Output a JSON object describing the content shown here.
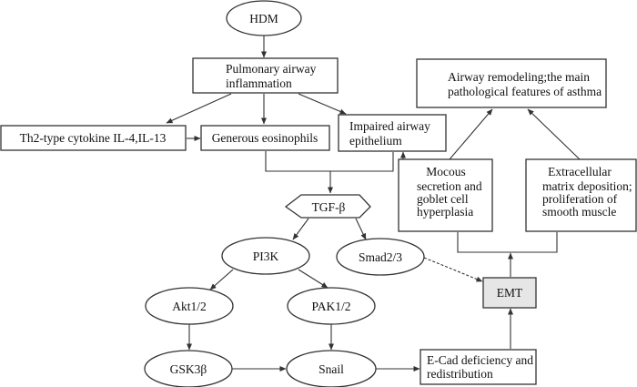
{
  "diagram": {
    "type": "flowchart",
    "nodes": {
      "hdm": {
        "label": "HDM",
        "shape": "ellipse"
      },
      "pulmonary": {
        "lines": [
          "Pulmonary airway",
          "inflammation"
        ],
        "shape": "rect"
      },
      "th2": {
        "label": "Th2-type cytokine IL-4,IL-13",
        "shape": "rect"
      },
      "eosinophils": {
        "label": "Generous eosinophils",
        "shape": "rect"
      },
      "impaired": {
        "lines": [
          "Impaired airway",
          "epithelium"
        ],
        "shape": "rect"
      },
      "remodeling": {
        "lines": [
          "Airway remodeling;the main",
          "pathological features of asthma"
        ],
        "shape": "rect"
      },
      "mocous": {
        "lines": [
          "Mocous",
          "secretion and",
          "goblet cell",
          "hyperplasia"
        ],
        "shape": "rect"
      },
      "extracellular": {
        "lines": [
          "Extracellular",
          "matrix deposition;",
          "proliferation of",
          "smooth muscle"
        ],
        "shape": "rect"
      },
      "tgf": {
        "label": "TGF-β",
        "shape": "hexagon"
      },
      "pi3k": {
        "label": "PI3K",
        "shape": "ellipse"
      },
      "smad": {
        "label": "Smad2/3",
        "shape": "ellipse"
      },
      "akt": {
        "label": "Akt1/2",
        "shape": "ellipse"
      },
      "pak": {
        "label": "PAK1/2",
        "shape": "ellipse"
      },
      "gsk": {
        "label": "GSK3β",
        "shape": "ellipse"
      },
      "snail": {
        "label": "Snail",
        "shape": "ellipse"
      },
      "emt": {
        "label": "EMT",
        "shape": "rect",
        "fill": "#e6e6e6"
      },
      "ecad": {
        "lines": [
          "E-Cad deficiency and",
          "redistribution"
        ],
        "shape": "rect"
      }
    },
    "edges": [
      {
        "from": "hdm",
        "to": "pulmonary",
        "style": "solid"
      },
      {
        "from": "pulmonary",
        "to": "th2",
        "style": "solid"
      },
      {
        "from": "pulmonary",
        "to": "eosinophils",
        "style": "solid"
      },
      {
        "from": "pulmonary",
        "to": "impaired",
        "style": "solid"
      },
      {
        "from": "th2",
        "to": "eosinophils",
        "style": "solid"
      },
      {
        "from": "eosinophils",
        "to": "tgf",
        "style": "solid"
      },
      {
        "from": "impaired",
        "to": "tgf",
        "style": "solid"
      },
      {
        "from": "mocous",
        "to": "impaired",
        "style": "solid"
      },
      {
        "from": "mocous",
        "to": "remodeling",
        "style": "solid"
      },
      {
        "from": "extracellular",
        "to": "remodeling",
        "style": "solid"
      },
      {
        "from": "tgf",
        "to": "pi3k",
        "style": "solid"
      },
      {
        "from": "tgf",
        "to": "smad",
        "style": "solid"
      },
      {
        "from": "smad",
        "to": "emt",
        "style": "dashed"
      },
      {
        "from": "pi3k",
        "to": "akt",
        "style": "solid"
      },
      {
        "from": "pi3k",
        "to": "pak",
        "style": "solid"
      },
      {
        "from": "akt",
        "to": "gsk",
        "style": "solid"
      },
      {
        "from": "pak",
        "to": "snail",
        "style": "solid"
      },
      {
        "from": "gsk",
        "to": "snail",
        "style": "solid"
      },
      {
        "from": "snail",
        "to": "ecad",
        "style": "solid"
      },
      {
        "from": "ecad",
        "to": "emt",
        "style": "solid"
      },
      {
        "from": "emt",
        "to": "mocous",
        "style": "solid"
      },
      {
        "from": "emt",
        "to": "extracellular",
        "style": "solid"
      }
    ]
  }
}
